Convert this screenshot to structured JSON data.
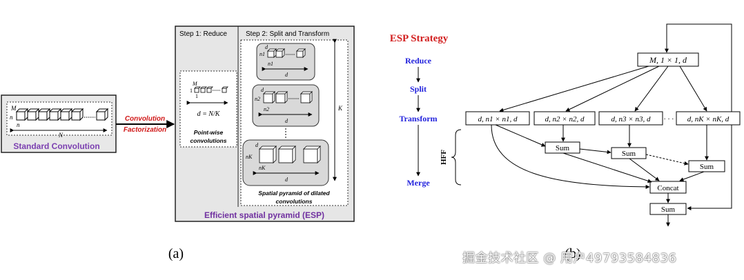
{
  "left": {
    "std_conv_label": "Standard Convolution",
    "std_M": "M",
    "std_n1": "n",
    "std_n2": "n",
    "std_N": "N",
    "factor_line1": "Convolution",
    "factor_line2": "Factorization",
    "step1": "Step 1: Reduce",
    "step2": "Step 2: Split and Transform",
    "pw_M": "M",
    "pw_1a": "1",
    "pw_1b": "1",
    "pw_formula": "d = N/K",
    "pw_caption_1": "Point-wise",
    "pw_caption_2": "convolutions",
    "n1_top": "n1",
    "n1_bot": "n1",
    "n2_top": "n2",
    "n2_bot": "n2",
    "nk_top": "nK",
    "nk_bot": "nK",
    "d1": "d",
    "d2": "d",
    "d3": "d",
    "dk_top": "d",
    "K": "K",
    "pyramid_caption_1": "Spatial pyramid of dilated",
    "pyramid_caption_2": "convolutions",
    "esp_title": "Efficient spatial pyramid (ESP)",
    "panel_label": "(a)"
  },
  "right": {
    "strategy_title": "ESP Strategy",
    "steps": [
      "Reduce",
      "Split",
      "Transform",
      "Merge"
    ],
    "hff": "HFF",
    "top_node": "M, 1 × 1, d",
    "branches": [
      "d, n1 × n1, d",
      "d, n2 × n2, d",
      "d, n3 × n3, d",
      "d, nK × nK, d"
    ],
    "dots": "· · ·",
    "sum": "Sum",
    "concat": "Concat",
    "panel_label": "(b)"
  },
  "watermark": "掘金技术社区 @ 用户49793584836",
  "colors": {
    "strategy_red": "#d21f1f",
    "steps_blue": "#2222dd",
    "std_purple": "#7b3fb0",
    "factor_red": "#d01818",
    "esp_purple": "#7030a0"
  }
}
